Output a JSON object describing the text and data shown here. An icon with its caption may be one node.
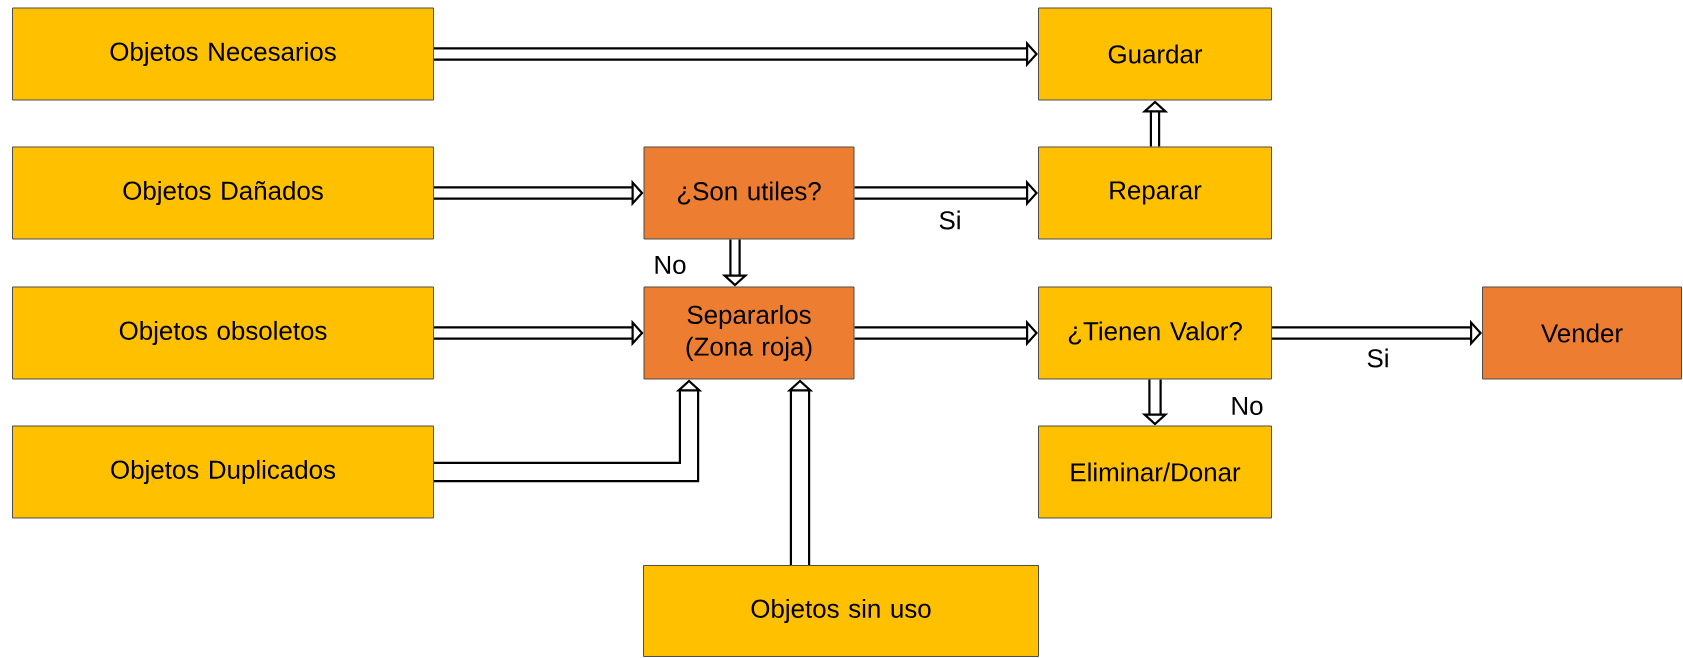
{
  "diagram": {
    "nodes": [
      {
        "text": [
          "Objetos Necesarios"
        ]
      },
      {
        "text": [
          "Guardar"
        ]
      },
      {
        "text": [
          "Objetos Dañados"
        ]
      },
      {
        "text": [
          "¿Son utiles?"
        ]
      },
      {
        "text": [
          "Reparar"
        ]
      },
      {
        "text": [
          "Objetos obsoletos"
        ]
      },
      {
        "text": [
          "Separarlos (Zona roja)"
        ]
      },
      {
        "text": [
          "¿Tienen Valor?"
        ]
      },
      {
        "text": [
          "Vender"
        ]
      },
      {
        "text": [
          "Objetos Duplicados"
        ]
      },
      {
        "text": [
          "Eliminar/Donar"
        ]
      },
      {
        "text": [
          "Objetos sin uso"
        ]
      }
    ],
    "edges": [
      {
        "from": 0,
        "to": 1,
        "arrow": "to"
      },
      {
        "from": 2,
        "to": 3,
        "arrow": "to"
      },
      {
        "from": 3,
        "to": 4,
        "arrow": "to",
        "label": "Si"
      },
      {
        "from": 4,
        "to": 1,
        "arrow": "to"
      },
      {
        "from": 3,
        "to": 6,
        "arrow": "to",
        "label": "No"
      },
      {
        "from": 5,
        "to": 6,
        "arrow": "to"
      },
      {
        "from": 6,
        "to": 7,
        "arrow": "to"
      },
      {
        "from": 7,
        "to": 8,
        "arrow": "to",
        "label": "Si"
      },
      {
        "from": 7,
        "to": 10,
        "arrow": "to",
        "label": "No"
      },
      {
        "from": 9,
        "to": 6,
        "arrow": "to"
      },
      {
        "from": 11,
        "to": 6,
        "arrow": "to"
      }
    ]
  }
}
